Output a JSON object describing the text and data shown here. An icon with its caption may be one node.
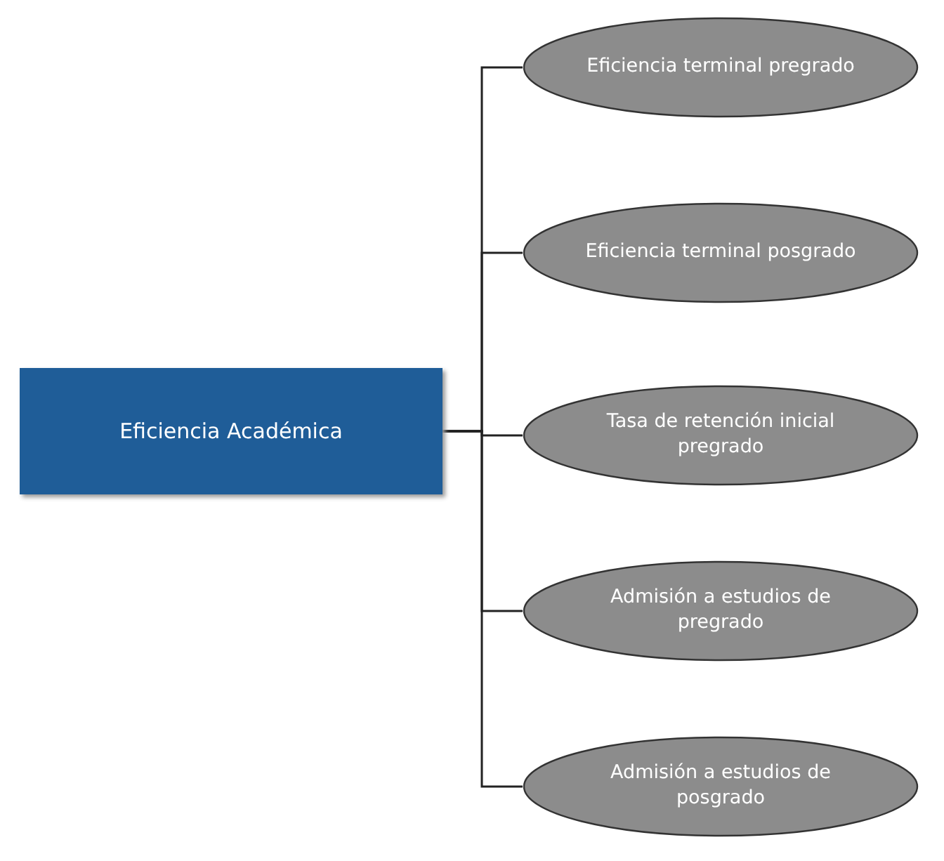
{
  "diagram": {
    "nodes": [
      {
        "text": [
          "Eficiencia Académica"
        ]
      },
      {
        "text": [
          "Eficiencia terminal pregrado"
        ]
      },
      {
        "text": [
          "Eficiencia terminal posgrado"
        ]
      },
      {
        "text": [
          "Tasa de retención inicial pregrado"
        ]
      },
      {
        "text": [
          "Admisión a estudios de pregrado"
        ]
      },
      {
        "text": [
          "Admisión a estudios de posgrado"
        ]
      }
    ],
    "edges": [
      {
        "from": 0,
        "to": 1,
        "arrow": "none"
      },
      {
        "from": 0,
        "to": 2,
        "arrow": "none"
      },
      {
        "from": 0,
        "to": 3,
        "arrow": "none"
      },
      {
        "from": 0,
        "to": 4,
        "arrow": "none"
      },
      {
        "from": 0,
        "to": 5,
        "arrow": "none"
      }
    ]
  }
}
